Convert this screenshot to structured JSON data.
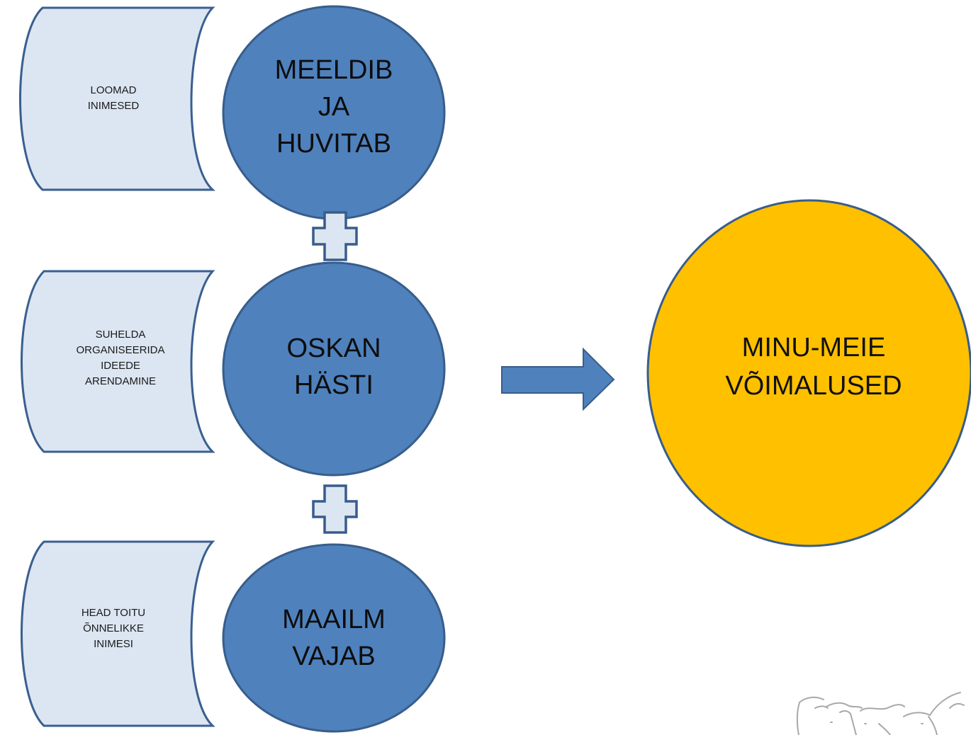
{
  "rows": [
    {
      "tab_lines": [
        "LOOMAD",
        "INIMESED"
      ],
      "circle_lines": [
        "MEELDIB",
        "JA",
        "HUVITAB"
      ]
    },
    {
      "tab_lines": [
        "SUHELDA",
        "ORGANISEERIDA",
        "IDEEDE",
        "ARENDAMINE"
      ],
      "circle_lines": [
        "OSKAN",
        "HÄSTI"
      ]
    },
    {
      "tab_lines": [
        "HEAD TOITU",
        "ÕNNELIKKE",
        "INIMESI"
      ],
      "circle_lines": [
        "MAAILM",
        "VAJAB"
      ]
    }
  ],
  "operators": [
    "plus-icon",
    "plus-icon"
  ],
  "connector": "arrow-right-icon",
  "result": {
    "lines": [
      "MINU-MEIE",
      "VÕIMALUSED"
    ]
  },
  "colors": {
    "tab_fill": "#dce6f2",
    "tab_stroke": "#3a5f8f",
    "circle_fill": "#4f81bd",
    "circle_stroke": "#385d8a",
    "plus_fill": "#dce6f2",
    "plus_stroke": "#385d8a",
    "arrow_fill": "#4f81bd",
    "result_fill": "#ffc000",
    "result_stroke": "#385d8a"
  },
  "watermark": "animal-sketch-watermark"
}
